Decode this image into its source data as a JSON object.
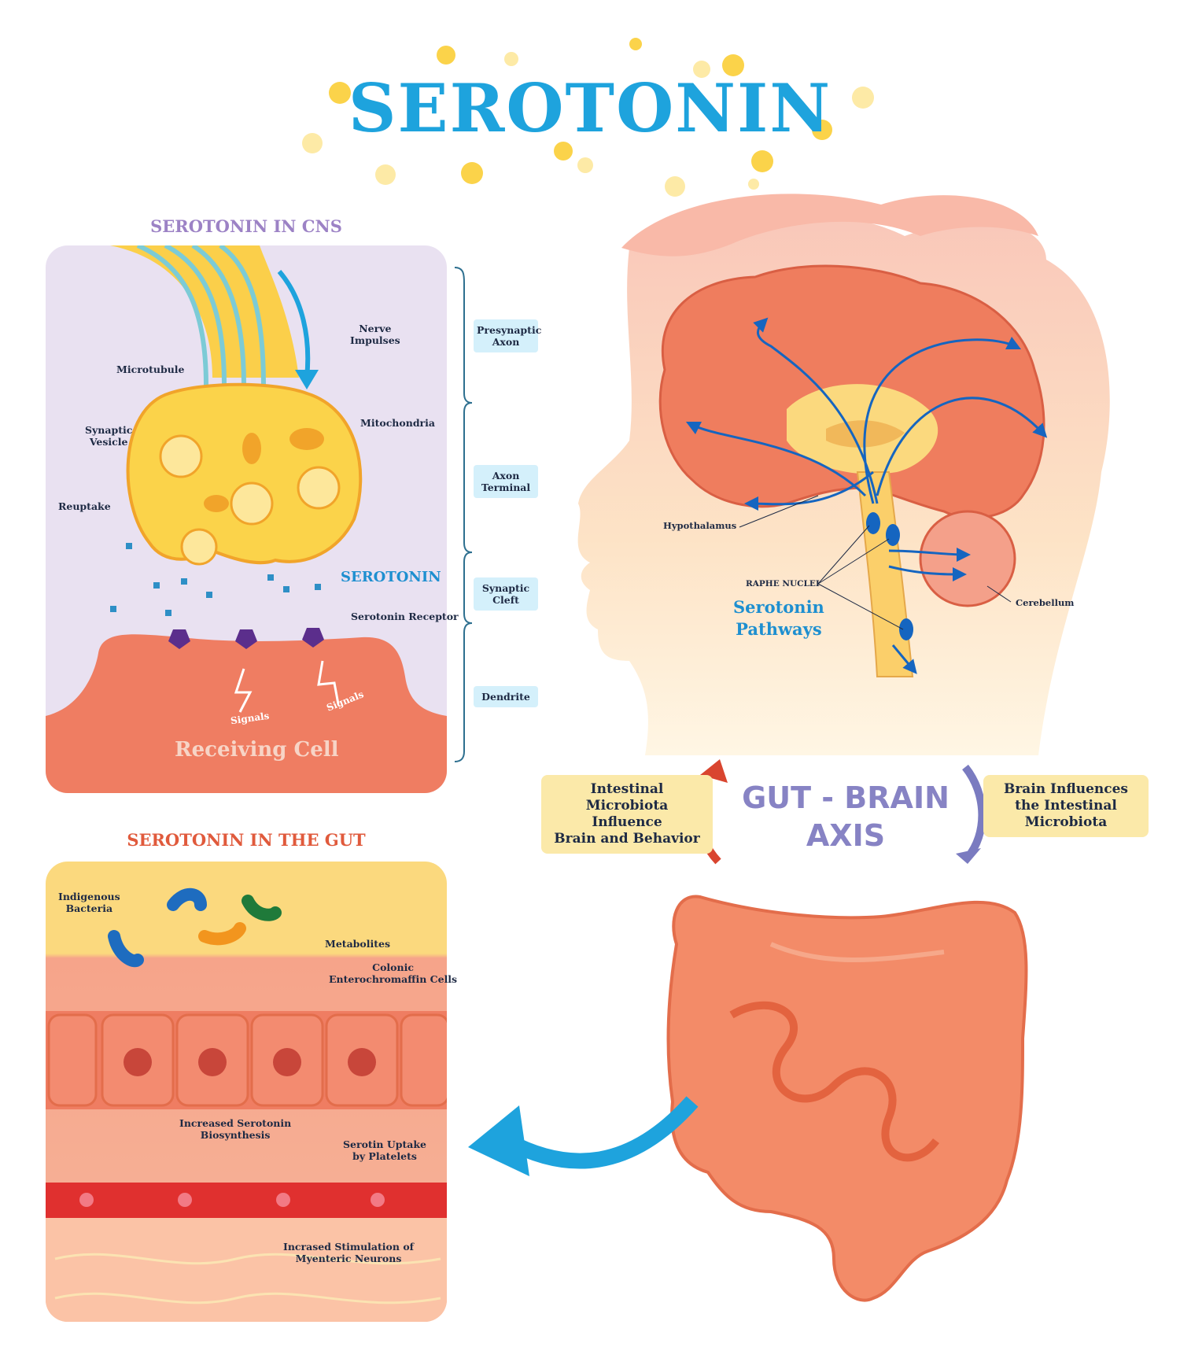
{
  "title": "SEROTONIN",
  "cns": {
    "title": "SEROTONIN IN CNS",
    "labels": {
      "nerve_impulses": "Nerve\nImpulses",
      "microtubule": "Microtubule",
      "mitochondria": "Mitochondria",
      "synaptic_vesicle": "Synaptic\nVesicle",
      "reuptake": "Reuptake",
      "serotonin": "SEROTONIN",
      "serotonin_receptor": "Serotonin Receptor",
      "signals_1": "Signals",
      "signals_2": "Signals",
      "receiving_cell": "Receiving Cell"
    },
    "tags": [
      "Presynaptic\nAxon",
      "Axon\nTerminal",
      "Synaptic\nCleft",
      "Dendrite"
    ]
  },
  "brain": {
    "hypothalamus": "Hypothalamus",
    "raphe_nuclei": "RAPHE NUCLEI",
    "pathways": "Serotonin\nPathways",
    "cerebellum": "Cerebellum"
  },
  "axis": {
    "title": "GUT - BRAIN\nAXIS",
    "left_box": "Intestinal Microbiota\nInfluence\nBrain and Behavior",
    "right_box": "Brain Influences\nthe Intestinal\nMicrobiota"
  },
  "gut": {
    "title": "SEROTONIN IN THE GUT",
    "labels": {
      "bacteria": "Indigenous\nBacteria",
      "metabolites": "Metabolites",
      "cells": "Colonic\nEnterochromaffin Cells",
      "biosynthesis": "Increased Serotonin\nBiosynthesis",
      "uptake": "Serotin Uptake\nby Platelets",
      "stimulation": "Incrased Stimulation of\nMyenteric Neurons"
    }
  },
  "colors": {
    "title_blue": "#1ea3dd",
    "cns_purple": "#9c82c5",
    "gut_red": "#e05a3c",
    "axis_purple": "#8783c4",
    "tag_blue": "#d4f0fb",
    "box_yellow": "#fbe9a9"
  }
}
